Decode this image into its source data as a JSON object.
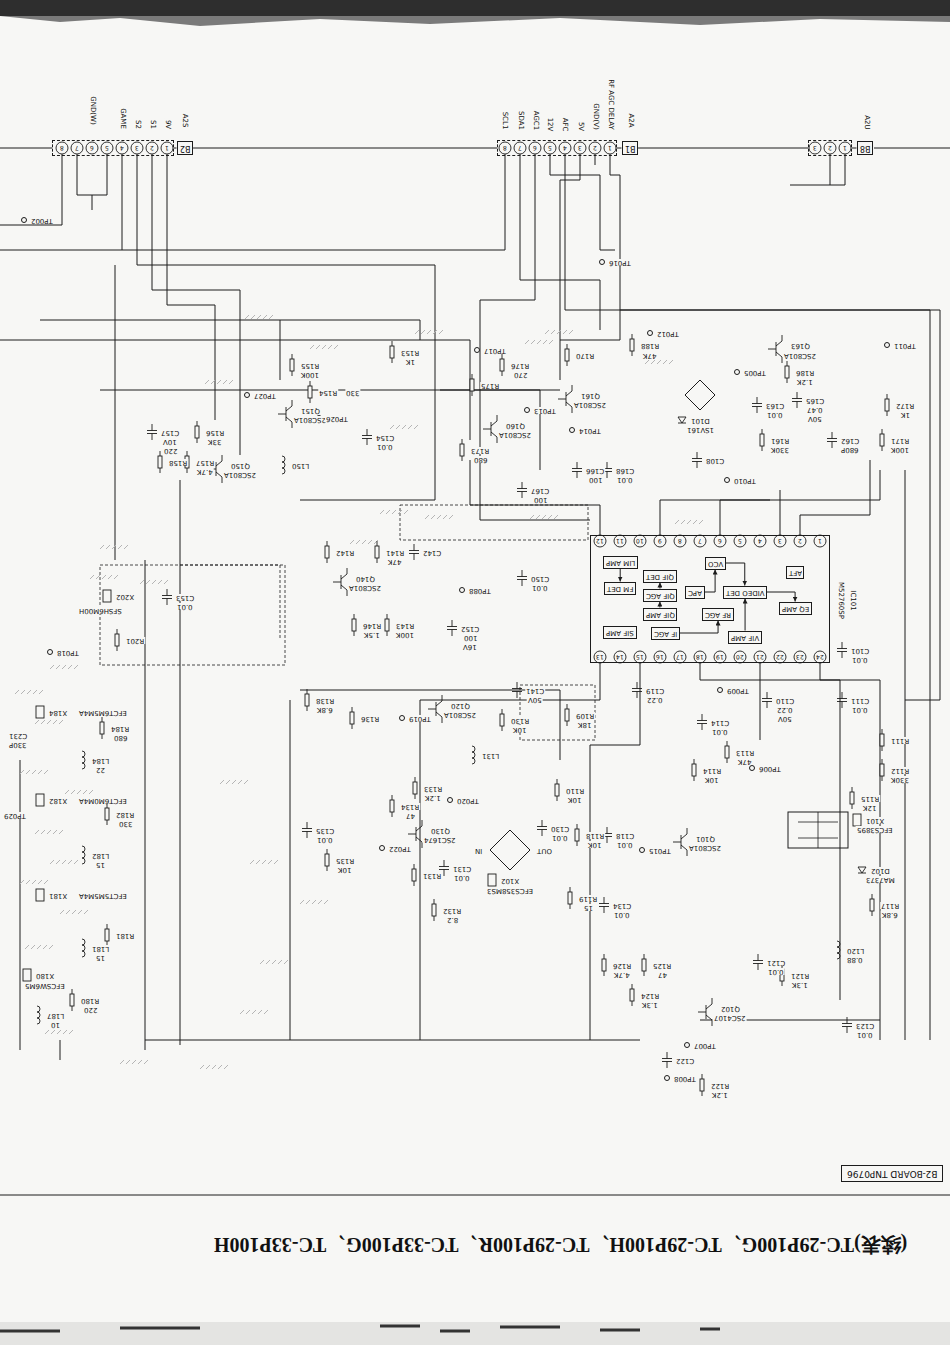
{
  "diagram": {
    "title": "(续表)TC-29P100G、TC-29P100H、TC-29P100R、TC-33P100G、TC-33P100H",
    "nodes": [
      {
        "text": [
          "A2S"
        ]
      },
      {
        "text": [
          "B2"
        ]
      },
      {
        "text": [
          "A2A"
        ]
      },
      {
        "text": [
          "B1"
        ]
      },
      {
        "text": [
          "A2U"
        ]
      },
      {
        "text": [
          "B8"
        ]
      },
      {
        "text": [
          "IC101",
          "M52760SP"
        ]
      },
      {
        "text": [
          "LIM AMP"
        ],
        "in": 6
      },
      {
        "text": [
          "QIF DET"
        ],
        "in": 6
      },
      {
        "text": [
          "VCO"
        ],
        "in": 6
      },
      {
        "text": [
          "AFT"
        ],
        "in": 6
      },
      {
        "text": [
          "FM DET"
        ],
        "in": 6
      },
      {
        "text": [
          "QIF AGC"
        ],
        "in": 6
      },
      {
        "text": [
          "APC"
        ],
        "in": 6
      },
      {
        "text": [
          "VIDEO DET"
        ],
        "in": 6
      },
      {
        "text": [
          "EQ AMP"
        ],
        "in": 6
      },
      {
        "text": [
          "QIF AMP"
        ],
        "in": 6
      },
      {
        "text": [
          "RF AGC"
        ],
        "in": 6
      },
      {
        "text": [
          "SIF AMP"
        ],
        "in": 6
      },
      {
        "text": [
          "IF AGC"
        ],
        "in": 6
      },
      {
        "text": [
          "VIF AMP"
        ],
        "in": 6
      },
      {
        "text": [
          "B2-BOARD TNP0796"
        ]
      }
    ],
    "edges": [
      {
        "from": 0,
        "to": 1,
        "arrow": "none"
      },
      {
        "from": 1,
        "to": 2,
        "arrow": "none"
      },
      {
        "from": 2,
        "to": 3,
        "arrow": "none"
      },
      {
        "from": 3,
        "to": 4,
        "arrow": "none"
      },
      {
        "from": 4,
        "to": 5,
        "arrow": "none"
      },
      {
        "from": 7,
        "to": 11,
        "arrow": "to"
      },
      {
        "from": 16,
        "to": 12,
        "arrow": "to"
      },
      {
        "from": 12,
        "to": 8,
        "arrow": "to"
      },
      {
        "from": 13,
        "to": 9,
        "arrow": "to"
      },
      {
        "from": 9,
        "to": 14,
        "arrow": "to"
      },
      {
        "from": 20,
        "to": 14,
        "arrow": "to"
      },
      {
        "from": 14,
        "to": 15,
        "arrow": "to"
      },
      {
        "from": 19,
        "to": 17,
        "arrow": "to"
      }
    ],
    "labels": [
      "8",
      "7",
      "6",
      "5",
      "4",
      "3",
      "2",
      "1",
      "GND(W)",
      "GAME",
      "S2",
      "S1",
      "9V",
      "8",
      "7",
      "6",
      "5",
      "4",
      "3",
      "2",
      "1",
      "SCL1",
      "SDA1",
      "AGC1",
      "12V",
      "AFC",
      "5V",
      "GND(V)",
      "RF AGC DELAY",
      "3",
      "2",
      "1",
      "12",
      "11",
      "10",
      "9",
      "8",
      "7",
      "6",
      "5",
      "4",
      "3",
      "2",
      "1",
      "13",
      "14",
      "15",
      "16",
      "17",
      "18",
      "19",
      "20",
      "21",
      "22",
      "23",
      "24",
      "TP002",
      "TP016",
      "TP012",
      "R188",
      "47K",
      "Q163",
      "2SC801A",
      "R186",
      "1.2K",
      "TP005",
      "TP011",
      "R172",
      "1K",
      "R171",
      "100K",
      "C162",
      "680P",
      "C165",
      "0.47",
      "50V",
      "R161",
      "330K",
      "C163",
      "0.01",
      "TP010",
      "D101",
      "1SV161",
      "C108",
      "Q161",
      "2SC801A",
      "R170",
      "TP014",
      "TP013",
      "Q160",
      "2SC801A",
      "R176",
      "270",
      "R175",
      "TP017",
      "C167",
      "100",
      "C166",
      "100",
      "C168",
      "0.01",
      "R173",
      "680",
      "Q151",
      "2SC801A",
      "R155",
      "100K",
      "R154",
      "330",
      "R153",
      "1K",
      "TP027",
      "TP026",
      "C154",
      "0.01",
      "L150",
      "Q150",
      "2SC801A",
      "R156",
      "33K",
      "R157",
      "4.7K",
      "R158",
      "C157",
      "10V",
      "220",
      "Q140",
      "2SC801A",
      "R142",
      "R141",
      "47K",
      "C142",
      "R146",
      "1.5K",
      "R143",
      "100K",
      "TP088",
      "C152",
      "100",
      "16V",
      "C150",
      "0.01",
      "C153",
      "0.01",
      "TP018",
      "X202",
      "SFSH6M00H",
      "R201",
      "X184",
      "EFCT6M5M4A",
      "R184",
      "680",
      "C231",
      "330P",
      "L184",
      "22",
      "X182",
      "EFCT6M0M4A",
      "R182",
      "330",
      "L182",
      "15",
      "X181",
      "EFCT5M5M4A",
      "R181",
      "L181",
      "15",
      "X180",
      "EFCSW6M5",
      "L187",
      "10",
      "R180",
      "220",
      "TP029",
      "Q120",
      "2SC801A",
      "R130",
      "10K",
      "C141",
      "50V",
      "TP019",
      "R136",
      "R138",
      "6.8K",
      "L131",
      "R133",
      "1.2K",
      "TP020",
      "Q130",
      "2SC1674",
      "R134",
      "47",
      "C135",
      "0.01",
      "R135",
      "10K",
      "TP022",
      "R131",
      "C131",
      "0.01",
      "R132",
      "8.2",
      "X102",
      "EFCS358MS3",
      "IN",
      "OUT",
      "C130",
      "0.01",
      "Q101",
      "2SC801A",
      "R118",
      "10K",
      "C118",
      "0.01",
      "TP015",
      "R119",
      "15",
      "R114",
      "10K",
      "R113",
      "47K",
      "TP006",
      "C114",
      "0.01",
      "C110",
      "0.22",
      "50V",
      "C111",
      "0.01",
      "R111",
      "R112",
      "330K",
      "C101",
      "0.01",
      "TP009",
      "C119",
      "0.22",
      "R109",
      "18K",
      "R110",
      "10K",
      "X101",
      "EFCS3895",
      "R115",
      "12K",
      "D102",
      "MA7373",
      "R117",
      "6.8K",
      "L120",
      "0.88",
      "Q102",
      "2SC4107",
      "R121",
      "1.3K",
      "C121",
      "0.01",
      "TP007",
      "C122",
      "R122",
      "1.2K",
      "TP008",
      "C123",
      "0.01",
      "R124",
      "1.3K",
      "R125",
      "47",
      "R126",
      "4.7K",
      "C134",
      "0.01"
    ]
  }
}
